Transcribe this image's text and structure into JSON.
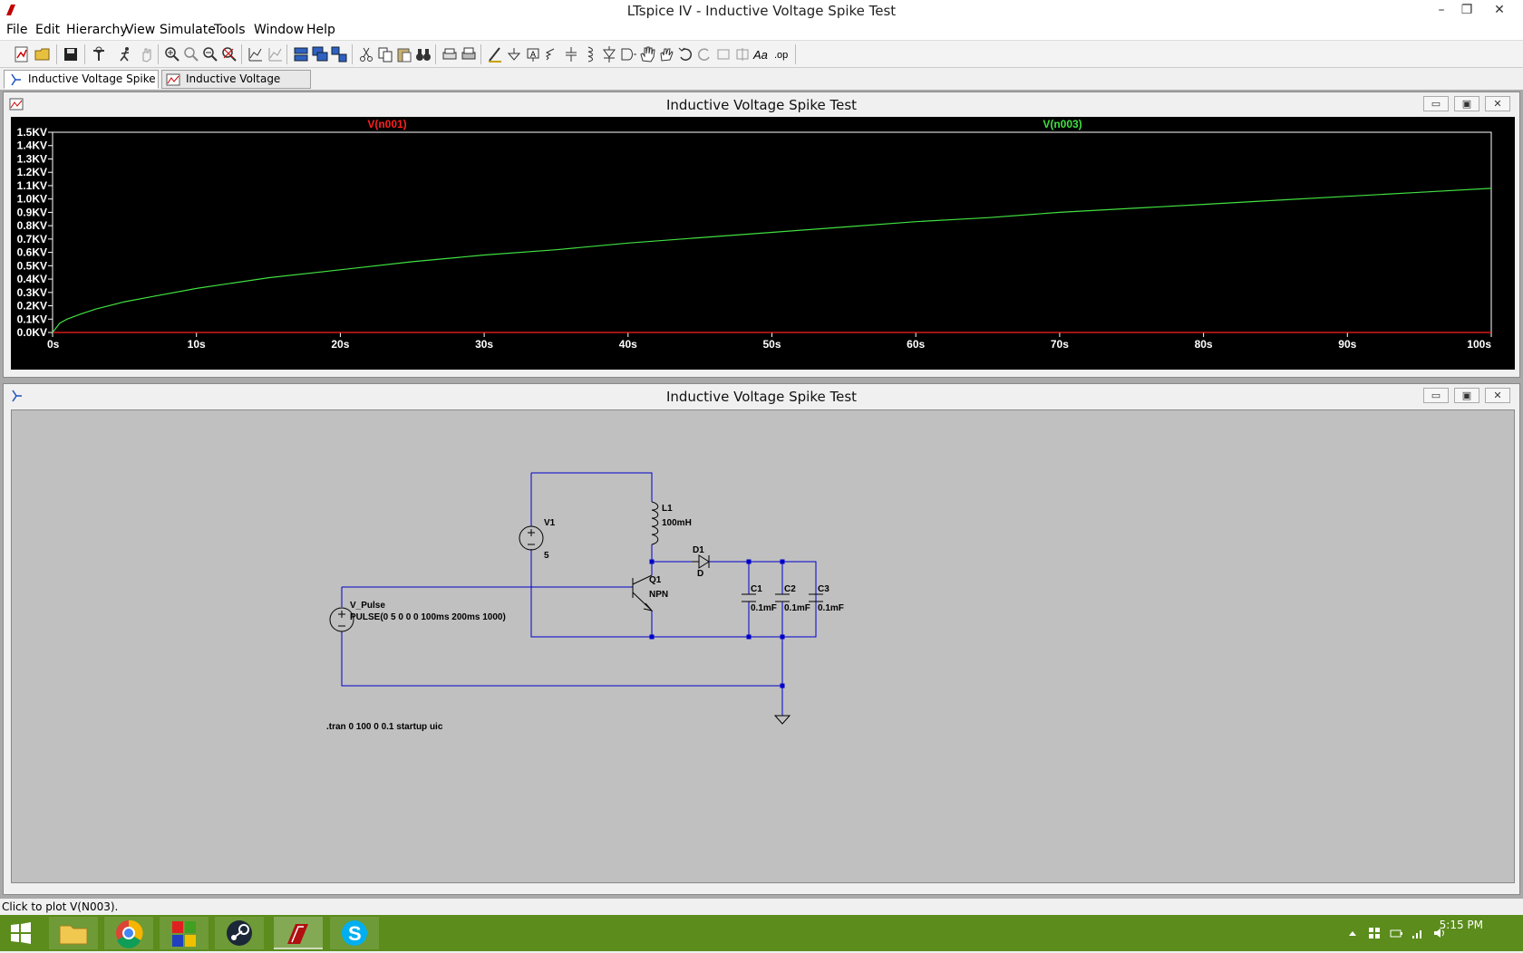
{
  "window": {
    "title": "LTspice IV - Inductive Voltage Spike Test",
    "minimize": "–",
    "restore": "❐",
    "close": "✕"
  },
  "menu": [
    "File",
    "Edit",
    "Hierarchy",
    "View",
    "Simulate",
    "Tools",
    "Window",
    "Help"
  ],
  "tabs": [
    {
      "label": "Inductive Voltage Spike Test",
      "icon": "schematic-icon",
      "active": true
    },
    {
      "label": "Inductive Voltage Spike Test",
      "icon": "waveform-icon",
      "active": false
    }
  ],
  "plot_window": {
    "title": "Inductive Voltage Spike Test",
    "btn_min": "▭",
    "btn_max": "▣",
    "btn_close": "✕"
  },
  "schematic_window": {
    "title": "Inductive Voltage Spike Test",
    "btn_min": "▭",
    "btn_max": "▣",
    "btn_close": "✕"
  },
  "chart_data": {
    "type": "line",
    "xlabel": "",
    "ylabel": "",
    "xlim": [
      0,
      100
    ],
    "ylim": [
      0,
      1.5
    ],
    "x_ticks": [
      "0s",
      "10s",
      "20s",
      "30s",
      "40s",
      "50s",
      "60s",
      "70s",
      "80s",
      "90s",
      "100s"
    ],
    "y_ticks": [
      "0.0KV",
      "0.1KV",
      "0.2KV",
      "0.3KV",
      "0.4KV",
      "0.5KV",
      "0.6KV",
      "0.7KV",
      "0.8KV",
      "0.9KV",
      "1.0KV",
      "1.1KV",
      "1.2KV",
      "1.3KV",
      "1.4KV",
      "1.5KV"
    ],
    "series": [
      {
        "name": "V(n001)",
        "color": "#ff2020",
        "x": [
          0,
          100
        ],
        "y": [
          0,
          0
        ]
      },
      {
        "name": "V(n003)",
        "color": "#40e040",
        "x": [
          0,
          0.5,
          1,
          2,
          3,
          5,
          7,
          10,
          15,
          20,
          25,
          30,
          35,
          40,
          45,
          50,
          55,
          60,
          65,
          70,
          75,
          80,
          85,
          90,
          95,
          100
        ],
        "y": [
          0,
          0.07,
          0.1,
          0.14,
          0.175,
          0.23,
          0.27,
          0.33,
          0.41,
          0.47,
          0.53,
          0.58,
          0.62,
          0.67,
          0.71,
          0.75,
          0.79,
          0.83,
          0.86,
          0.9,
          0.93,
          0.96,
          0.99,
          1.02,
          1.05,
          1.08
        ]
      }
    ]
  },
  "schematic": {
    "labels": {
      "v1_name": "V1",
      "v1_value": "5",
      "l1_name": "L1",
      "l1_value": "100mH",
      "d1_name": "D1",
      "d1_value": "D",
      "q1_name": "Q1",
      "q1_value": "NPN",
      "c1_name": "C1",
      "c1_value": "0.1mF",
      "c2_name": "C2",
      "c2_value": "0.1mF",
      "c3_name": "C3",
      "c3_value": "0.1mF",
      "vp_name": "V_Pulse",
      "vp_value": "PULSE(0 5 0 0 0 100ms 200ms 1000)",
      "directive": ".tran 0 100 0 0.1 startup uic"
    },
    "wire_color": "#0000cc"
  },
  "status": "Click to plot V(N003).",
  "clock": {
    "time": "5:15 PM"
  }
}
